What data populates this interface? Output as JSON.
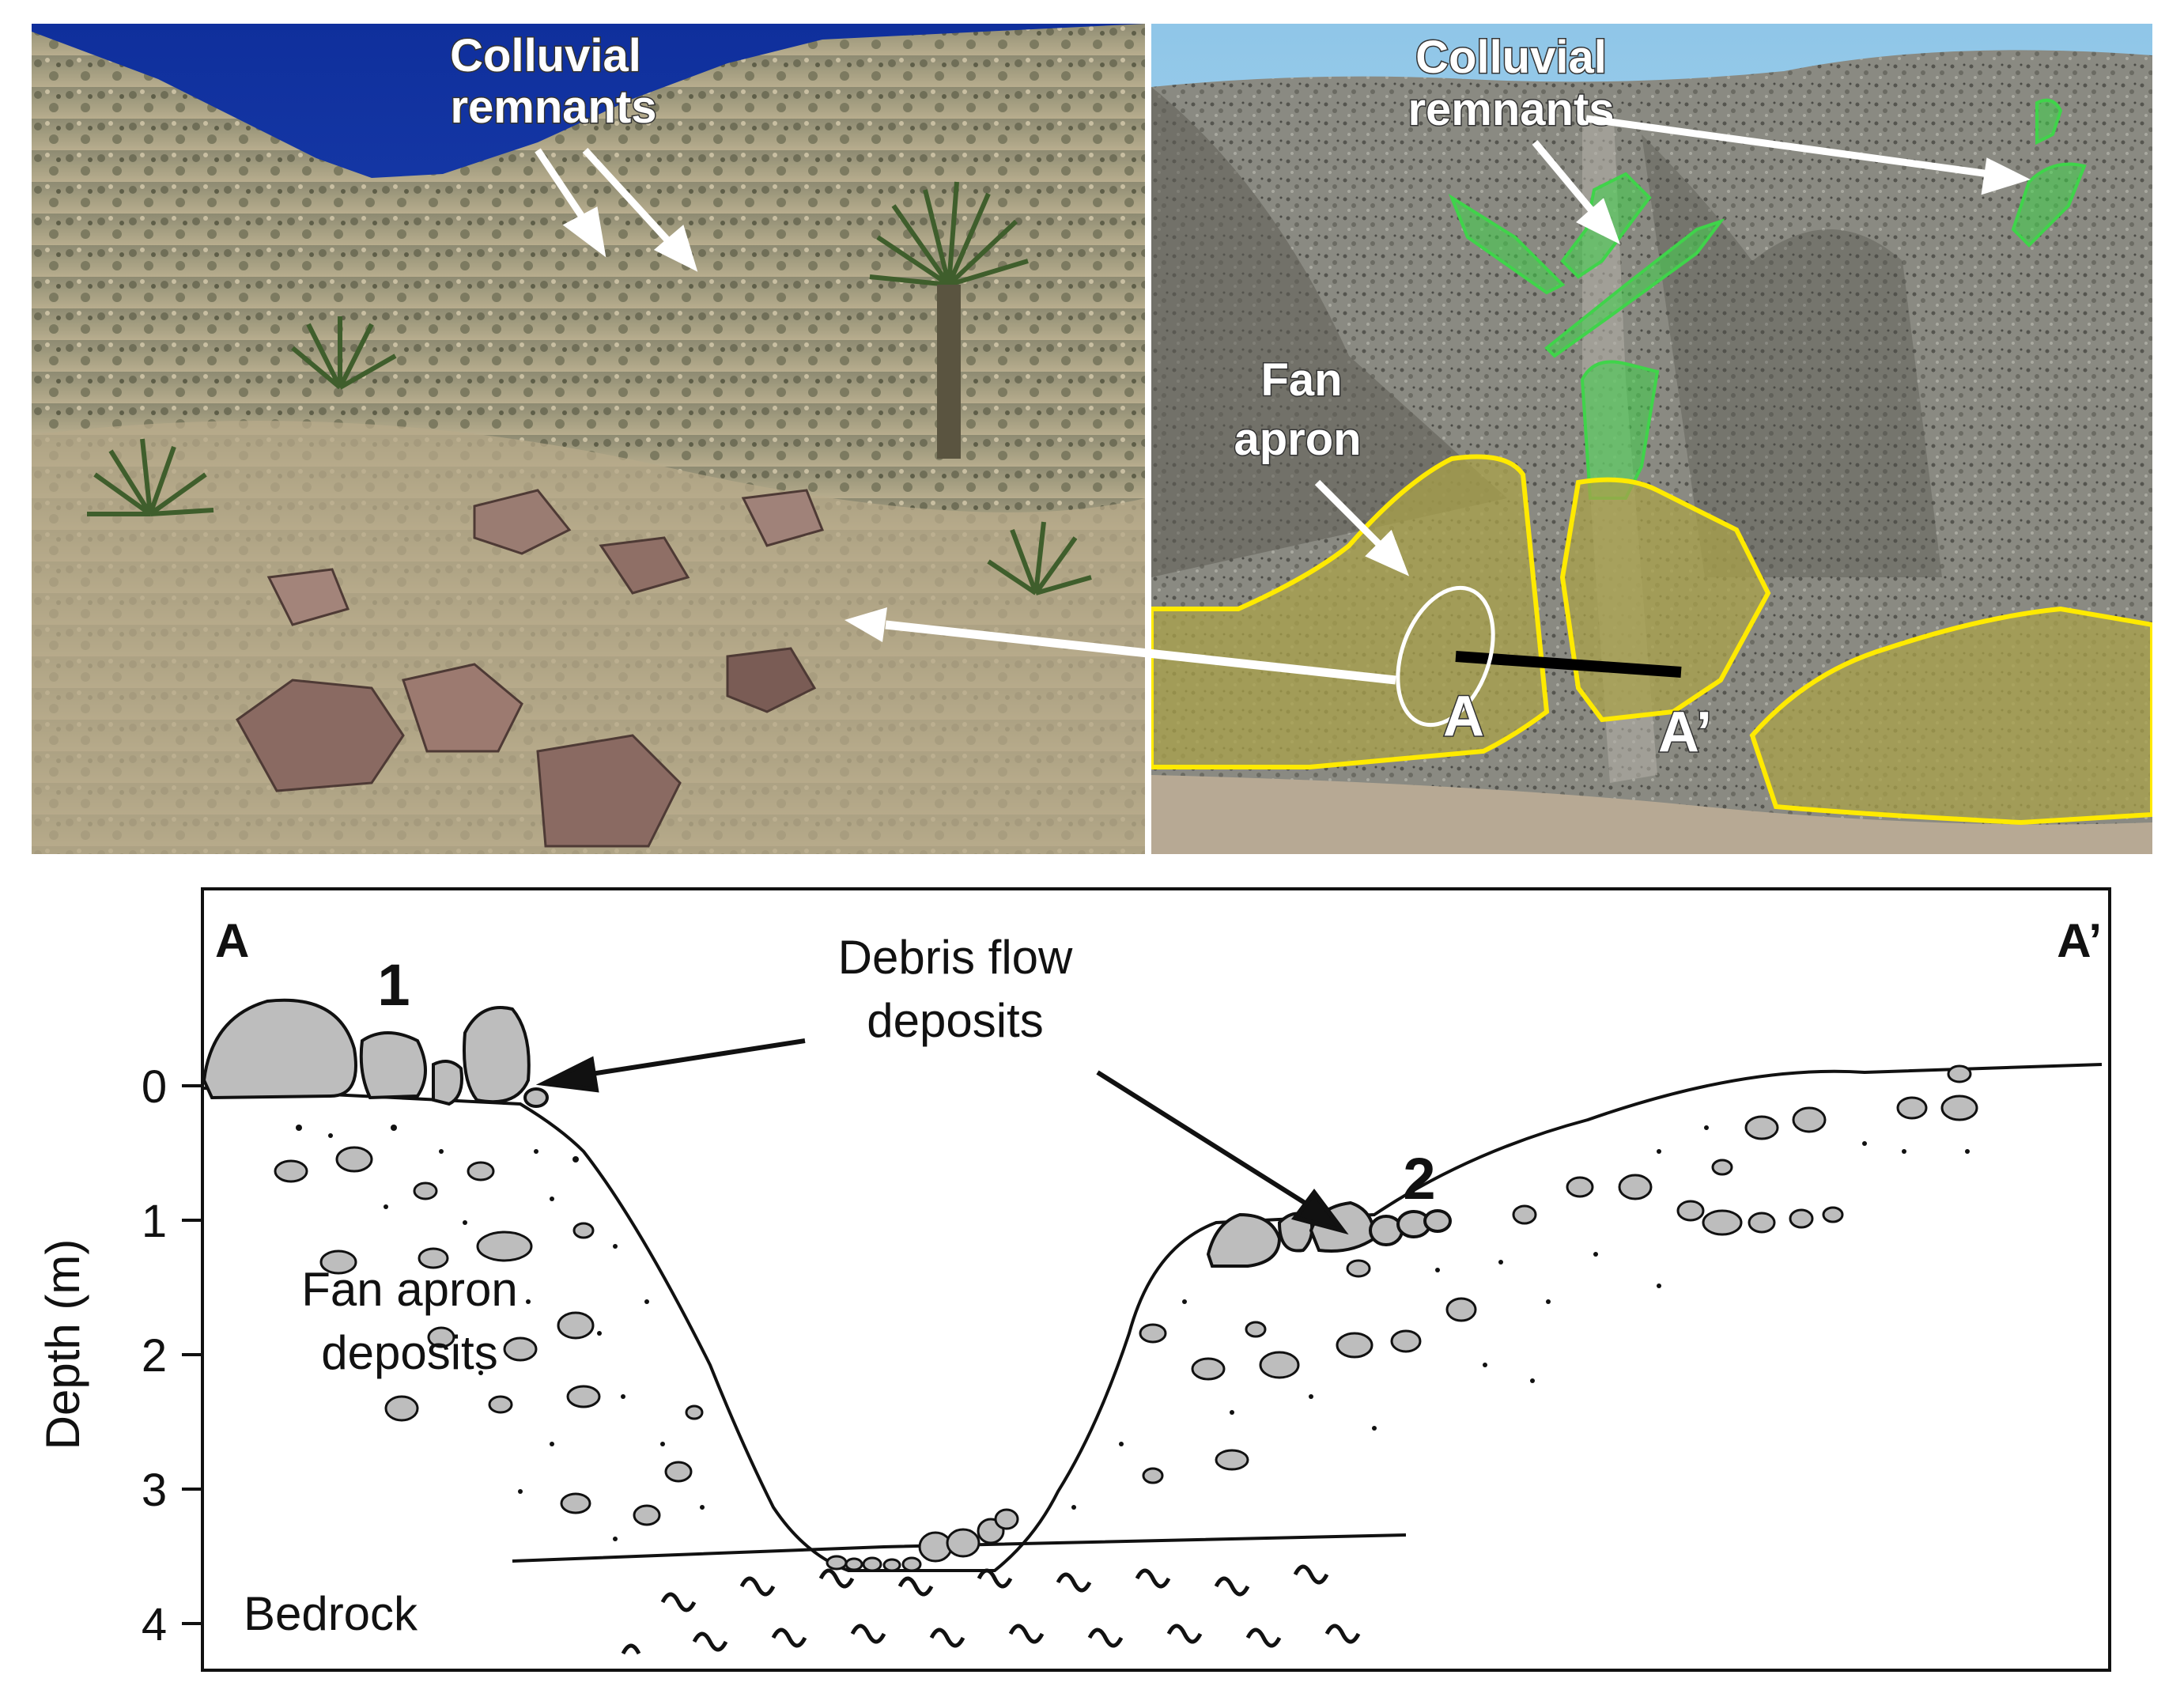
{
  "photo_left": {
    "label_line1": "Colluvial",
    "label_line2": "remnants"
  },
  "photo_right": {
    "colluvial_line1": "Colluvial",
    "colluvial_line2": "remnants",
    "fan_line1": "Fan",
    "fan_line2": "apron",
    "point_a": "A",
    "point_a_prime": "A’"
  },
  "section": {
    "corner_left": "A",
    "corner_right": "A’",
    "marker_1": "1",
    "marker_2": "2",
    "debris_line1": "Debris flow",
    "debris_line2": "deposits",
    "fan_apron_line1": "Fan apron",
    "fan_apron_line2": "deposits",
    "bedrock": "Bedrock",
    "y_axis_label": "Depth (m)",
    "y_ticks": [
      "0",
      "1",
      "2",
      "3",
      "4"
    ]
  },
  "colors": {
    "colluvial_fill": "#3fd44a",
    "fan_apron_outline": "#ffea00",
    "sky_left": "#1a3fb0",
    "boulder_fill": "#bdbdbd"
  }
}
